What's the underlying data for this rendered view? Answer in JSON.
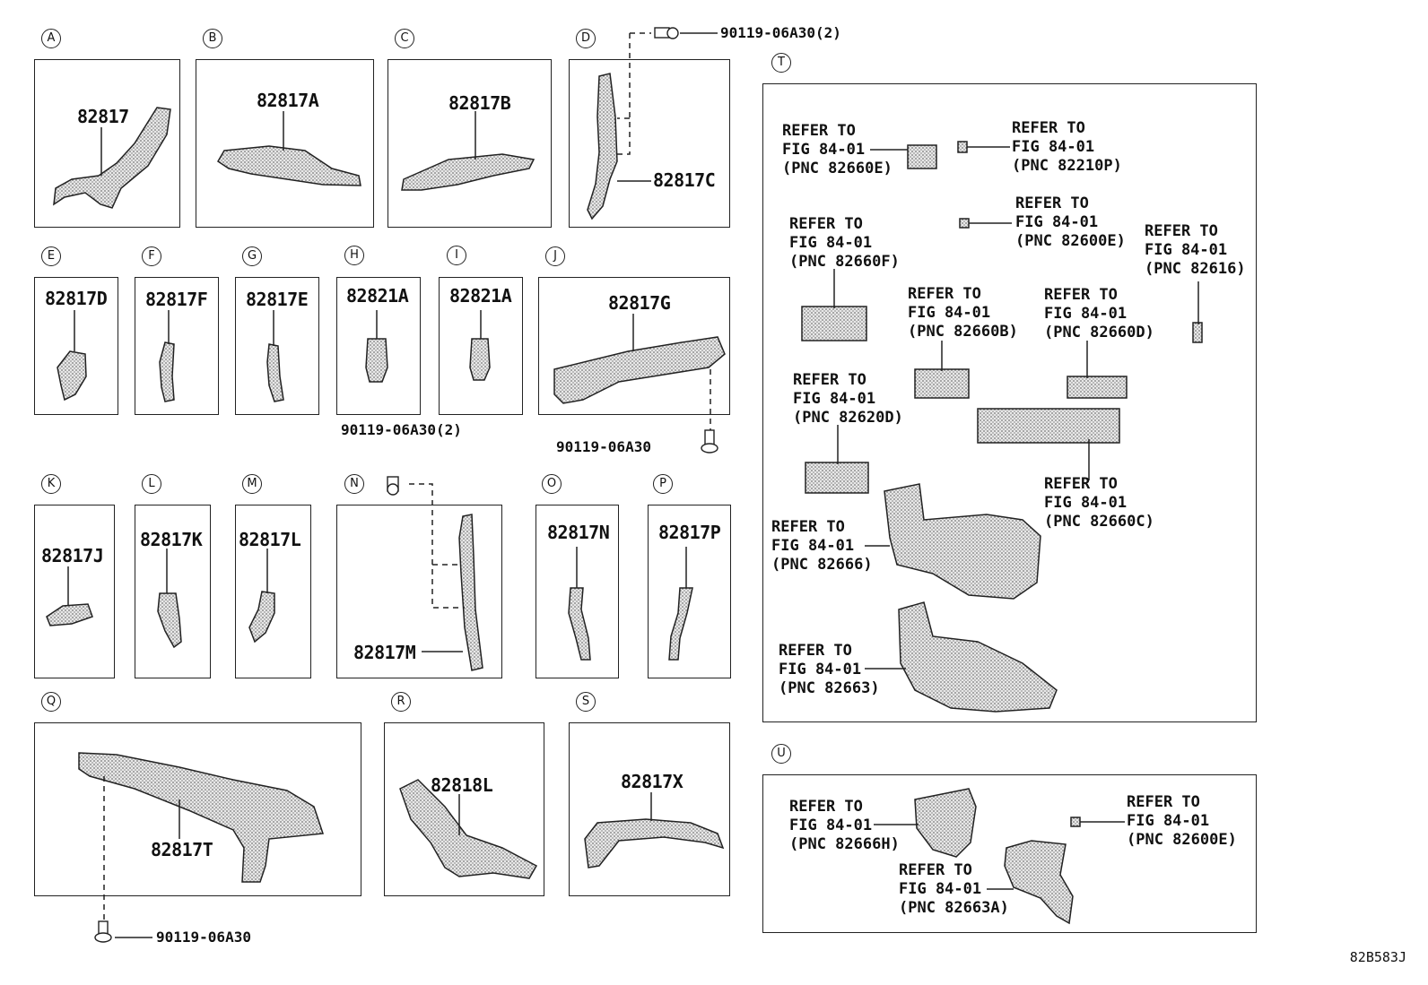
{
  "diagram_code": "82B583J",
  "panels": [
    {
      "id": "A",
      "part": "82817"
    },
    {
      "id": "B",
      "part": "82817A"
    },
    {
      "id": "C",
      "part": "82817B"
    },
    {
      "id": "D",
      "part": "82817C"
    },
    {
      "id": "E",
      "part": "82817D"
    },
    {
      "id": "F",
      "part": "82817F"
    },
    {
      "id": "G",
      "part": "82817E"
    },
    {
      "id": "H",
      "part": "82821A"
    },
    {
      "id": "I",
      "part": "82821A"
    },
    {
      "id": "J",
      "part": "82817G"
    },
    {
      "id": "K",
      "part": "82817J"
    },
    {
      "id": "L",
      "part": "82817K"
    },
    {
      "id": "M",
      "part": "82817L"
    },
    {
      "id": "N",
      "part": "82817M"
    },
    {
      "id": "O",
      "part": "82817N"
    },
    {
      "id": "P",
      "part": "82817P"
    },
    {
      "id": "Q",
      "part": "82817T"
    },
    {
      "id": "R",
      "part": "82818L"
    },
    {
      "id": "S",
      "part": "82817X"
    },
    {
      "id": "T",
      "part": ""
    },
    {
      "id": "U",
      "part": ""
    }
  ],
  "bolts": {
    "d": "90119-06A30(2)",
    "h": "90119-06A30(2)",
    "j": "90119-06A30",
    "q": "90119-06A30"
  },
  "refs": {
    "refer": "REFER TO",
    "fig": "FIG 84-01",
    "t1": "(PNC 82660E)",
    "t2": "(PNC 82210P)",
    "t3": "(PNC 82600E)",
    "t4": "(PNC 82660F)",
    "t5": "(PNC 82616)",
    "t6": "(PNC 82660B)",
    "t7": "(PNC 82660D)",
    "t8": "(PNC 82620D)",
    "t9": "(PNC 82660C)",
    "t10": "(PNC 82666)",
    "t11": "(PNC 82663)",
    "u1": "(PNC 82666H)",
    "u2": "(PNC 82600E)",
    "u3": "(PNC 82663A)"
  }
}
